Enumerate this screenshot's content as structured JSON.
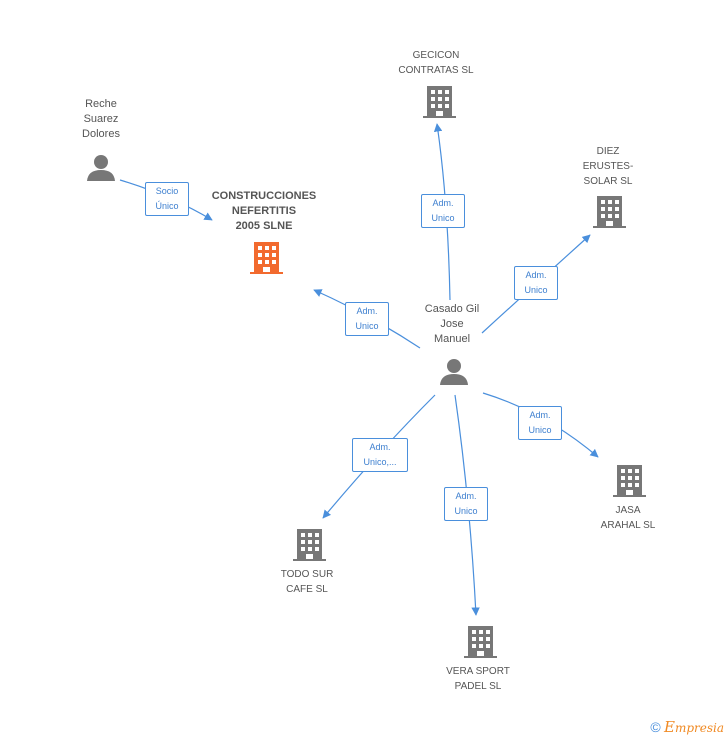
{
  "nodes": {
    "reche": {
      "label": "Reche\nSuarez\nDolores"
    },
    "construcciones": {
      "label": "CONSTRUCCIONES\nNEFERTITIS\n2005 SLNE"
    },
    "gecicon": {
      "label": "GECICON\nCONTRATAS SL"
    },
    "diez": {
      "label": "DIEZ\nERUSTES-\nSOLAR SL"
    },
    "casado": {
      "label": "Casado Gil\nJose\nManuel"
    },
    "jasa": {
      "label": "JASA\nARAHAL SL"
    },
    "todosur": {
      "label": "TODO SUR\nCAFE SL"
    },
    "vera": {
      "label": "VERA SPORT\nPADEL SL"
    }
  },
  "edges": {
    "socio": {
      "label": "Socio\nÚnico"
    },
    "adm_construcciones": {
      "label": "Adm.\nUnico"
    },
    "adm_gecicon": {
      "label": "Adm.\nUnico"
    },
    "adm_diez": {
      "label": "Adm.\nUnico"
    },
    "adm_jasa": {
      "label": "Adm.\nUnico"
    },
    "adm_todosur": {
      "label": "Adm.\nUnico,..."
    },
    "adm_vera": {
      "label": "Adm.\nUnico"
    }
  },
  "colors": {
    "edge": "#4a8fdc",
    "company": "#777777",
    "focus_company": "#f26a2e",
    "person": "#777777"
  },
  "footer": {
    "copyright": "©",
    "brand": "mpresia",
    "brand_initial": "E"
  }
}
